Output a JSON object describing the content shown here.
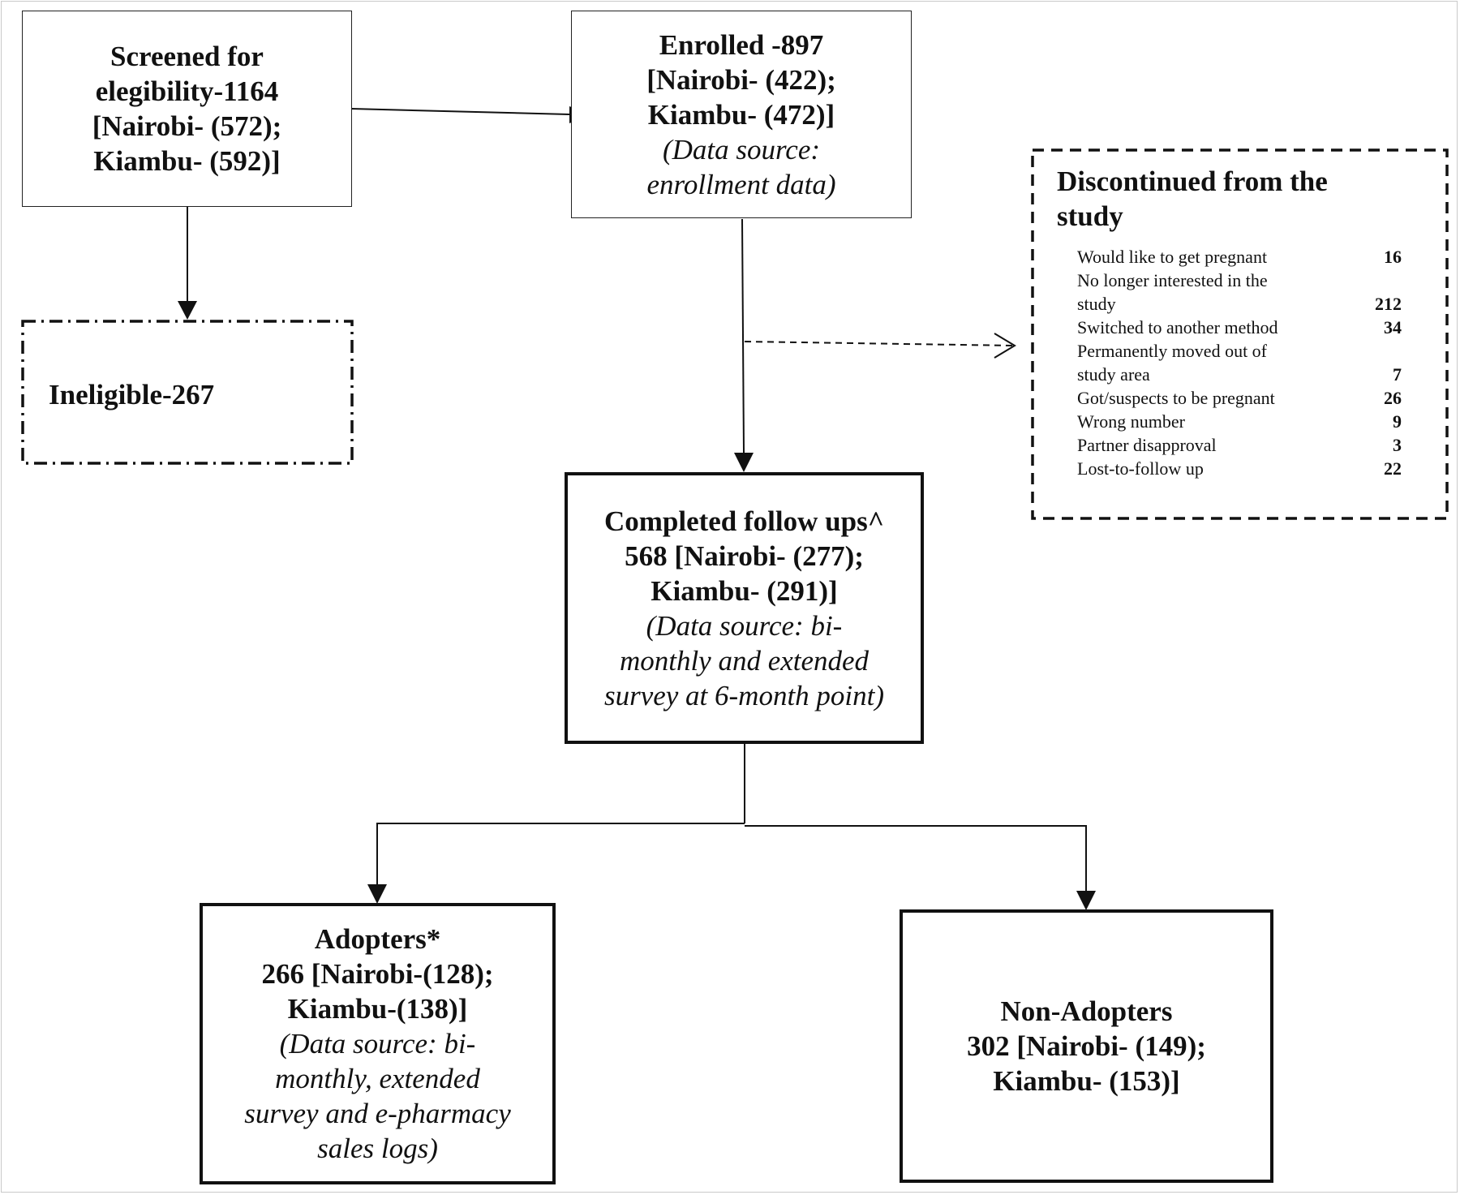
{
  "screened": {
    "line1": "Screened for",
    "line2": "elegibility-1164",
    "line3": "[Nairobi- (572);",
    "line4": "Kiambu- (592)]"
  },
  "enrolled": {
    "line1": "Enrolled -897",
    "line2": "[Nairobi- (422);",
    "line3": "Kiambu- (472)]",
    "source1": "(Data source:",
    "source2": "enrollment data)"
  },
  "ineligible": {
    "label": "Ineligible-267"
  },
  "discontinued": {
    "title1": "Discontinued from the",
    "title2": "study",
    "reasons": [
      {
        "label": "Would like to get pregnant",
        "value": "16"
      },
      {
        "label1": "No longer interested in the",
        "label2": "study",
        "value": "212"
      },
      {
        "label": "Switched to another method",
        "value": "34"
      },
      {
        "label1": "Permanently moved out of",
        "label2": "study area",
        "value": "7"
      },
      {
        "label": "Got/suspects to be pregnant",
        "value": "26"
      },
      {
        "label": "Wrong number",
        "value": "9"
      },
      {
        "label": "Partner disapproval",
        "value": "3"
      },
      {
        "label": "Lost-to-follow up",
        "value": "22"
      }
    ]
  },
  "completed": {
    "line1": "Completed follow ups^",
    "line2": "568 [Nairobi- (277);",
    "line3": "Kiambu- (291)]",
    "source1": "(Data source: bi-",
    "source2": "monthly and extended",
    "source3": "survey at 6-month point)"
  },
  "adopters": {
    "line1": "Adopters*",
    "line2": "266 [Nairobi-(128);",
    "line3": "Kiambu-(138)]",
    "source1": "(Data source: bi-",
    "source2": "monthly, extended",
    "source3": "survey and e-pharmacy",
    "source4": "sales logs)"
  },
  "non_adopters": {
    "line1": "Non-Adopters",
    "line2": "302 [Nairobi- (149);",
    "line3": "Kiambu- (153)]"
  }
}
